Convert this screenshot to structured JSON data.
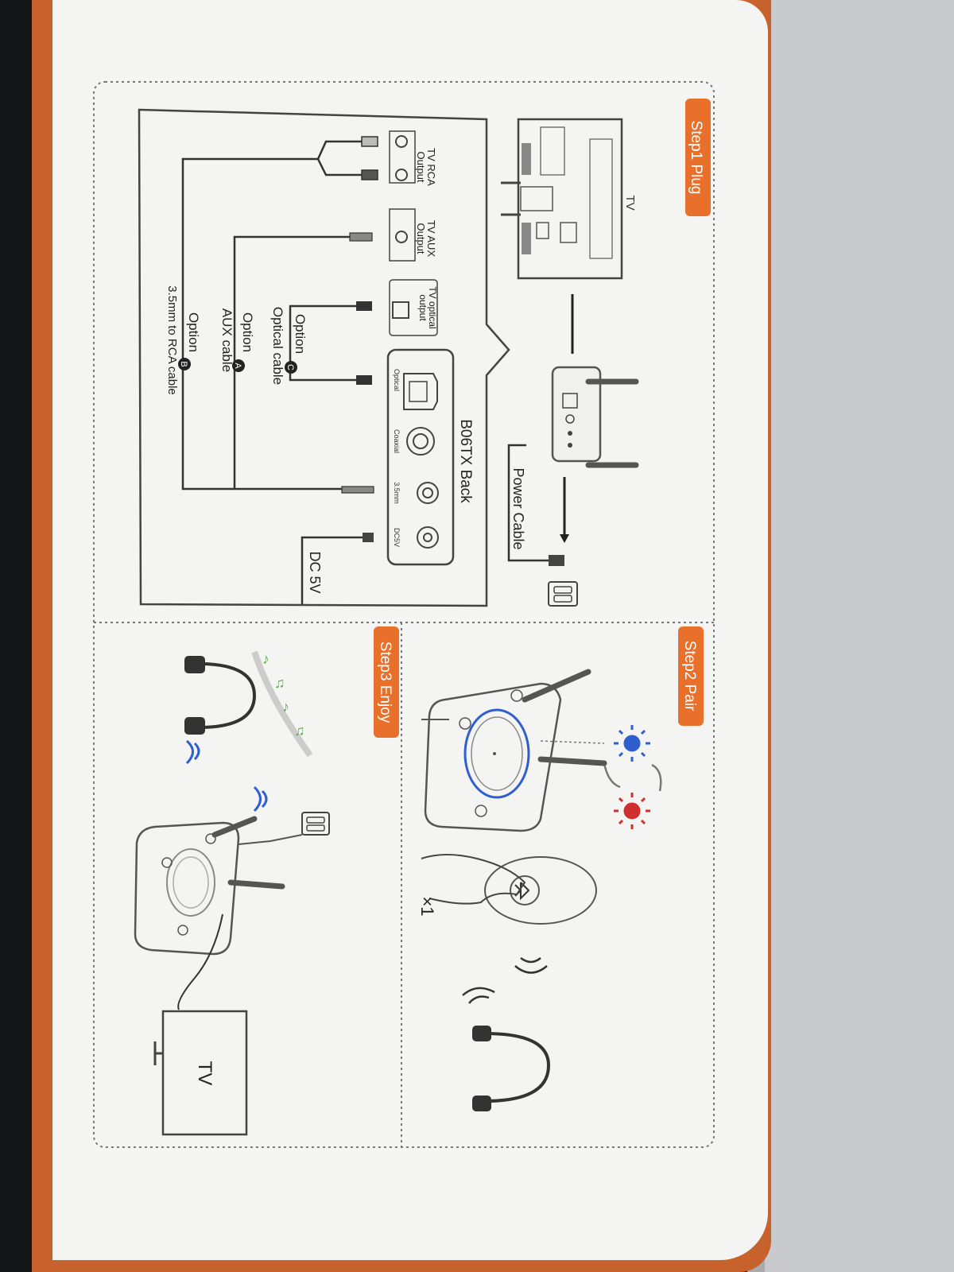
{
  "steps": {
    "step1": "Step1 Plug",
    "step2": "Step2 Pair",
    "step3": "Step3 Enjoy"
  },
  "step1_labels": {
    "tv": "TV",
    "power_cable": "Power Cable",
    "b06tx_back": "B06TX Back",
    "dc5v": "DC 5V",
    "tv_rca_output": [
      "TV RCA",
      "Output"
    ],
    "tv_aux_output": [
      "TV AUX",
      "Output"
    ],
    "tv_optical_output": [
      "TV optical",
      "output"
    ],
    "port_optical": "Optical",
    "port_coaxial": "Coaxial",
    "port_35mm": "3.5mm",
    "port_dc5v": "DC5V",
    "option_c": "Option",
    "option_c_letter": "C",
    "optical_cable": "Optical cable",
    "option_a": "Option",
    "option_a_letter": "A",
    "aux_cable": "AUX  cable",
    "option_b": "Option",
    "option_b_letter": "B",
    "rca_cable": "3.5mm to RCA cable"
  },
  "step2_labels": {
    "press_count": "×1"
  },
  "step3_labels": {
    "tv": "TV"
  },
  "colors": {
    "accent": "#e8702a",
    "line": "#4a4a4a",
    "led_blue": "#2f5fcf",
    "led_red": "#cf2f2f",
    "music": "#6aa84f"
  }
}
